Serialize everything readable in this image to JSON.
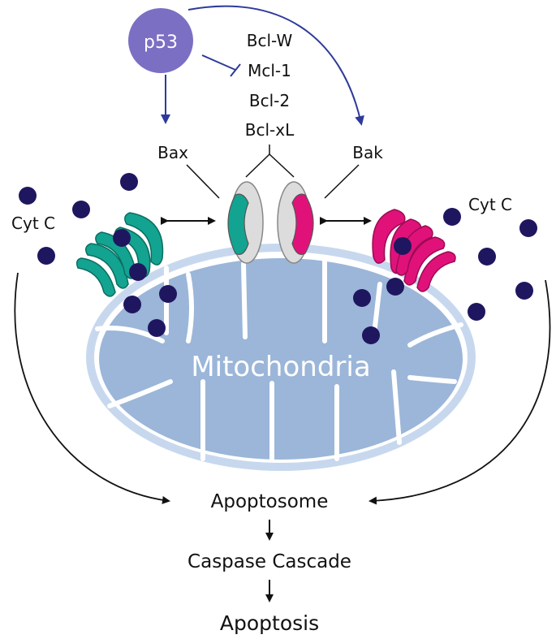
{
  "labels": {
    "p53": "p53",
    "bcl_family": [
      "Bcl-W",
      "Mcl-1",
      "Bcl-2",
      "Bcl-xL"
    ],
    "bax": "Bax",
    "bak": "Bak",
    "cytc_left": "Cyt C",
    "cytc_right": "Cyt C",
    "mitochondria": "Mitochondria",
    "apoptosome": "Apoptosome",
    "caspase": "Caspase Cascade",
    "apoptosis": "Apoptosis"
  },
  "colors": {
    "p53_fill": "#7b6fc4",
    "arrow_blue": "#2e3a9a",
    "bax_teal": "#13a391",
    "bak_magenta": "#e0127a",
    "cytc_dot": "#1f1660",
    "mito_fill": "#9bb6d8",
    "mito_outer": "#c7d8ee",
    "mito_text": "#ffffff",
    "grey_protein": "#dcdcdc"
  },
  "icons": [
    "p53-node",
    "bax-pore-icon",
    "bak-pore-icon",
    "cytochrome-c-dot",
    "bcl-inhibitor-icon"
  ]
}
